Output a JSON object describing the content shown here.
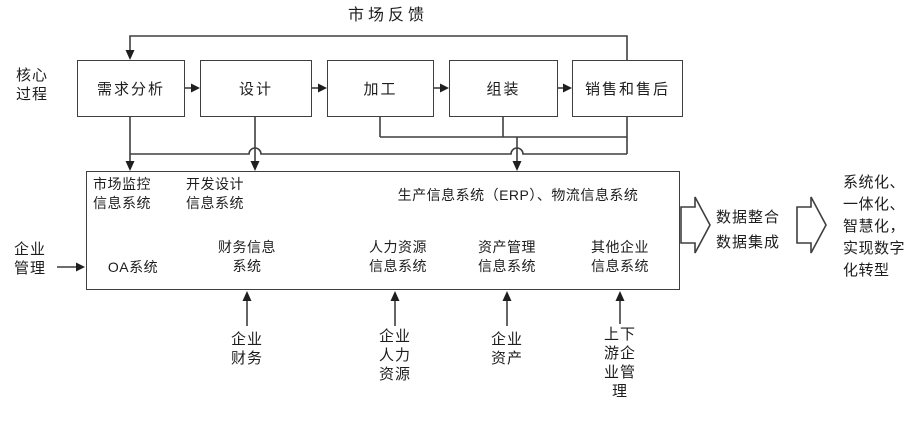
{
  "title": "市场反馈",
  "core_process": {
    "label": "核心\n过程",
    "steps": [
      "需求分析",
      "设计",
      "加工",
      "组装",
      "销售和售后"
    ]
  },
  "info_systems": {
    "market_monitoring": "市场监控\n信息系统",
    "rd_design": "开发设计\n信息系统",
    "production_logistics": "生产信息系统（ERP）、物流信息系统",
    "oa": "OA系统",
    "finance": "财务信息\n系统",
    "hr": "人力资源\n信息系统",
    "asset": "资产管理\n信息系统",
    "other": "其他企业\n信息系统"
  },
  "enterprise_management": "企业\n管理",
  "bottom_inputs": [
    "企业\n财务",
    "企业\n人力\n资源",
    "企业\n资产",
    "上下\n游企\n业管\n理"
  ],
  "outputs": {
    "integration": "数据整合\n数据集成",
    "goal": "系统化、\n一体化、\n智慧化，\n实现数字\n化转型"
  },
  "colors": {
    "line": "#3f3f3f",
    "arrow_fill": "#1f1f1f",
    "text": "#1d1d1d",
    "background": "#ffffff"
  }
}
